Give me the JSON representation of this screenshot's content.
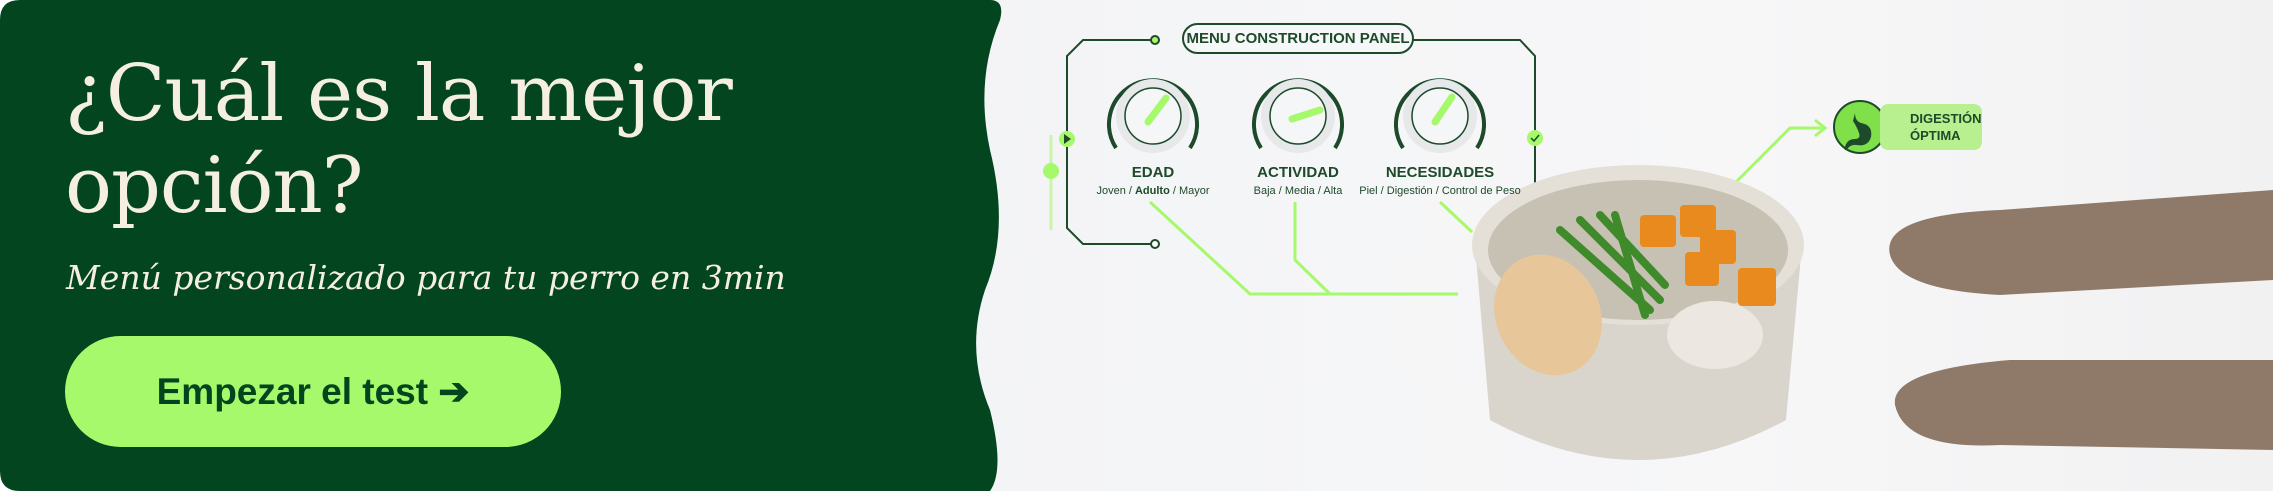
{
  "hero": {
    "title_line1": "¿Cuál es la mejor",
    "title_line2": "opción?",
    "subtitle": "Menú personalizado para tu perro en 3min",
    "cta_label": "Empezar el test",
    "cta_arrow": "➔"
  },
  "panel": {
    "title": "MENU CONSTRUCTION PANEL",
    "knobs": [
      {
        "name": "EDAD",
        "options_before": "Joven / ",
        "selected": "Adulto",
        "options_after": " / Mayor"
      },
      {
        "name": "ACTIVIDAD",
        "options": "Baja / Media / Alta"
      },
      {
        "name": "NECESIDADES",
        "options": "Piel / Digestión / Control de Peso"
      }
    ]
  },
  "badge": {
    "line1": "DIGESTIÓN",
    "line2": "ÓPTIMA"
  },
  "colors": {
    "dark_green": "#03451f",
    "lime": "#a6f96a",
    "cream": "#f4efe2"
  }
}
